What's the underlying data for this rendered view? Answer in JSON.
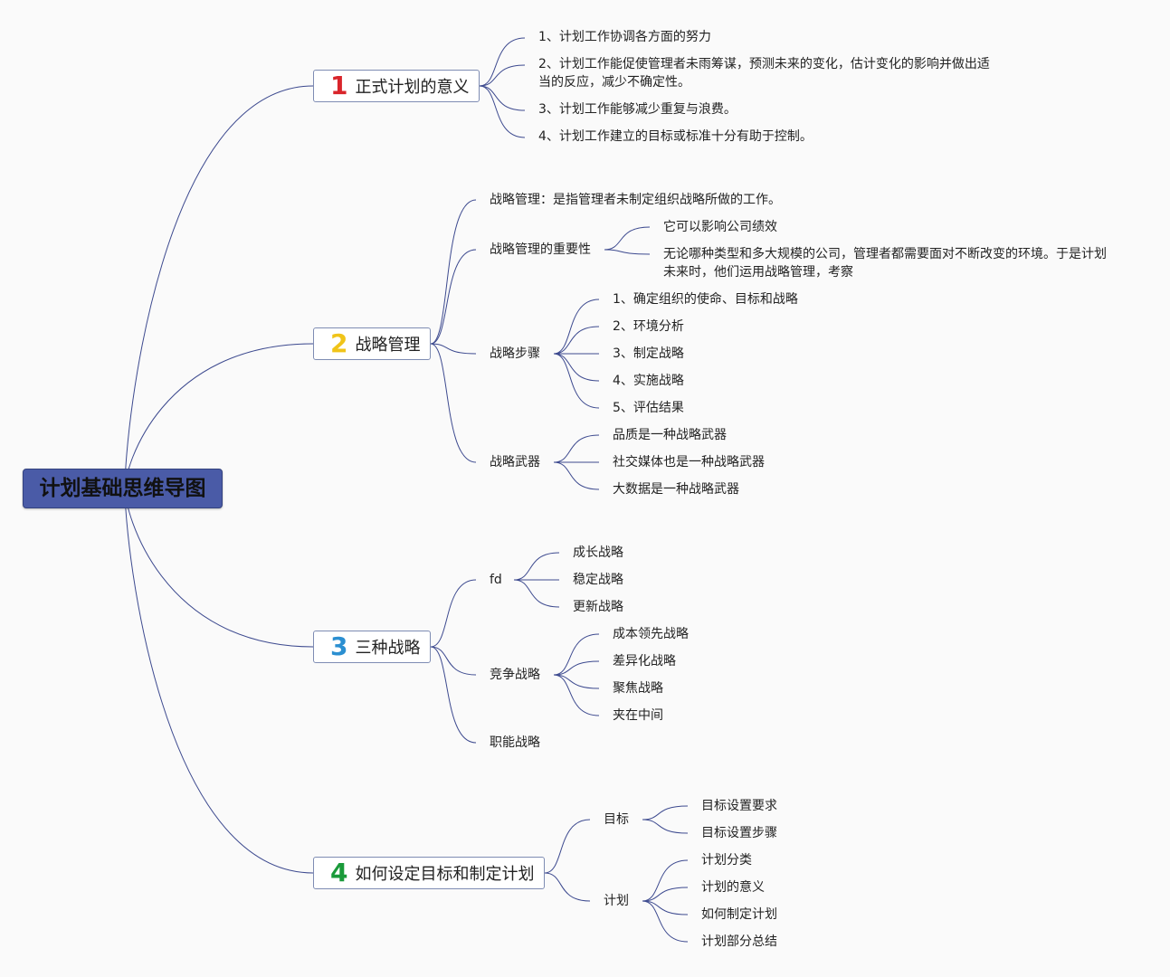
{
  "root": "计划基础思维导图",
  "b1": {
    "num": "1",
    "title": "正式计划的意义",
    "items": [
      "1、计划工作协调各方面的努力",
      "2、计划工作能促使管理者未雨筹谋，预测未来的变化，估计变化的影响并做出适",
      "当的反应，减少不确定性。",
      "3、计划工作能够减少重复与浪费。",
      "4、计划工作建立的目标或标准十分有助于控制。"
    ]
  },
  "b2": {
    "num": "2",
    "title": "战略管理",
    "def": "战略管理：是指管理者未制定组织战略所做的工作。",
    "importance": {
      "label": "战略管理的重要性",
      "items": [
        "它可以影响公司绩效",
        "无论哪种类型和多大规模的公司，管理者都需要面对不断改变的环境。于是计划",
        "未来时，他们运用战略管理，考察"
      ]
    },
    "steps": {
      "label": "战略步骤",
      "items": [
        "1、确定组织的使命、目标和战略",
        "2、环境分析",
        "3、制定战略",
        "4、实施战略",
        "5、评估结果"
      ]
    },
    "weapons": {
      "label": "战略武器",
      "items": [
        "品质是一种战略武器",
        "社交媒体也是一种战略武器",
        "大数据是一种战略武器"
      ]
    }
  },
  "b3": {
    "num": "3",
    "title": "三种战略",
    "fd": {
      "label": "fd",
      "items": [
        "成长战略",
        "稳定战略",
        "更新战略"
      ]
    },
    "compete": {
      "label": "竞争战略",
      "items": [
        "成本领先战略",
        "差异化战略",
        "聚焦战略",
        "夹在中间"
      ]
    },
    "func": "职能战略"
  },
  "b4": {
    "num": "4",
    "title": "如何设定目标和制定计划",
    "goal": {
      "label": "目标",
      "items": [
        "目标设置要求",
        "目标设置步骤"
      ]
    },
    "plan": {
      "label": "计划",
      "items": [
        "计划分类",
        "计划的意义",
        "如何制定计划",
        "计划部分总结"
      ]
    }
  },
  "colors": {
    "root_bg": "#4a5ba7",
    "line": "#3d4a8f",
    "n1": "#d9252b",
    "n2": "#f0c419",
    "n3": "#2b8fd1",
    "n4": "#1a9a3a"
  }
}
